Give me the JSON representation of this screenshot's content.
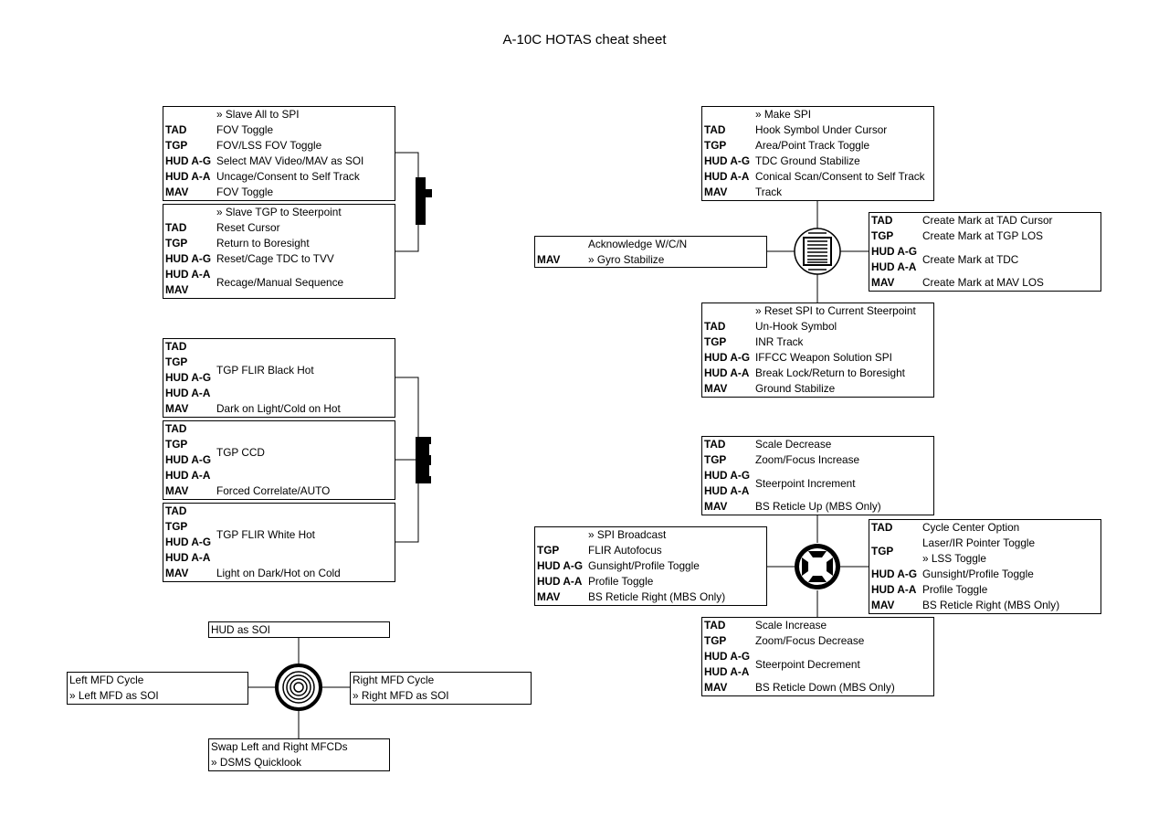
{
  "title": "A-10C HOTAS cheat sheet",
  "tms": {
    "up": {
      "head": "» Slave All to SPI",
      "rows": [
        [
          "TAD",
          "FOV Toggle"
        ],
        [
          "TGP",
          "FOV/LSS FOV Toggle"
        ],
        [
          "HUD A-G",
          "Select MAV Video/MAV as SOI"
        ],
        [
          "HUD A-A",
          "Uncage/Consent to Self Track"
        ],
        [
          "MAV",
          "FOV Toggle"
        ]
      ]
    },
    "down": {
      "head": "» Slave TGP to Steerpoint",
      "rows": [
        [
          "TAD",
          "Reset Cursor"
        ],
        [
          "TGP",
          "Return to Boresight"
        ],
        [
          "HUD A-G",
          "Reset/Cage TDC to TVV"
        ]
      ],
      "tail_keys": [
        "HUD A-A",
        "MAV"
      ],
      "tail_value": "Recage/Manual Sequence"
    }
  },
  "trim": {
    "up": {
      "keys": [
        "TAD",
        "TGP",
        "HUD A-G",
        "HUD A-A"
      ],
      "value": "TGP FLIR Black Hot",
      "last_key": "MAV",
      "last_value": "Dark on Light/Cold on Hot"
    },
    "mid": {
      "keys": [
        "TAD",
        "TGP",
        "HUD A-G",
        "HUD A-A"
      ],
      "value": "TGP CCD",
      "last_key": "MAV",
      "last_value": "Forced Correlate/AUTO"
    },
    "down": {
      "keys": [
        "TAD",
        "TGP",
        "HUD A-G",
        "HUD A-A"
      ],
      "value": "TGP FLIR White Hot",
      "last_key": "MAV",
      "last_value": "Light on Dark/Hot on Cold"
    }
  },
  "coolie": {
    "up": "HUD as SOI",
    "left": [
      "Left MFD Cycle",
      "» Left MFD as SOI"
    ],
    "right": [
      "Right MFD Cycle",
      "» Right MFD as SOI"
    ],
    "down": [
      "Swap Left and Right MFCDs",
      "» DSMS Quicklook"
    ]
  },
  "dms": {
    "up": {
      "head": "» Make SPI",
      "rows": [
        [
          "TAD",
          "Hook Symbol Under Cursor"
        ],
        [
          "TGP",
          "Area/Point Track Toggle"
        ],
        [
          "HUD A-G",
          "TDC Ground Stabilize"
        ],
        [
          "HUD A-A",
          "Conical Scan/Consent to Self Track"
        ],
        [
          "MAV",
          "Track"
        ]
      ]
    },
    "left": {
      "line1": "Acknowledge W/C/N",
      "key": "MAV",
      "line2": "» Gyro Stabilize"
    },
    "right": {
      "rows": [
        [
          "TAD",
          "Create Mark at TAD Cursor"
        ],
        [
          "TGP",
          "Create Mark at TGP LOS"
        ]
      ],
      "mid_keys": [
        "HUD A-G",
        "HUD A-A"
      ],
      "mid_value": "Create Mark at TDC",
      "last": [
        "MAV",
        "Create Mark at MAV LOS"
      ]
    },
    "down": {
      "head": "» Reset SPI to Current Steerpoint",
      "rows": [
        [
          "TAD",
          "Un-Hook Symbol"
        ],
        [
          "TGP",
          "INR Track"
        ],
        [
          "HUD A-G",
          "IFFCC Weapon Solution SPI"
        ],
        [
          "HUD A-A",
          "Break Lock/Return to Boresight"
        ],
        [
          "MAV",
          "Ground Stabilize"
        ]
      ]
    }
  },
  "china": {
    "up": {
      "rows": [
        [
          "TAD",
          "Scale Decrease"
        ],
        [
          "TGP",
          "Zoom/Focus Increase"
        ]
      ],
      "mid_keys": [
        "HUD A-G",
        "HUD A-A"
      ],
      "mid_value": "Steerpoint Increment",
      "last": [
        "MAV",
        "BS Reticle Up (MBS Only)"
      ]
    },
    "left": {
      "head": "» SPI Broadcast",
      "rows": [
        [
          "TGP",
          "FLIR Autofocus"
        ],
        [
          "HUD A-G",
          "Gunsight/Profile Toggle"
        ],
        [
          "HUD A-A",
          "Profile Toggle"
        ],
        [
          "MAV",
          "BS Reticle Right (MBS Only)"
        ]
      ]
    },
    "right": {
      "row1": [
        "TAD",
        "Cycle Center Option"
      ],
      "tgp_key": "TGP",
      "tgp_lines": [
        "Laser/IR Pointer Toggle",
        "» LSS Toggle"
      ],
      "rows": [
        [
          "HUD A-G",
          "Gunsight/Profile Toggle"
        ],
        [
          "HUD A-A",
          "Profile Toggle"
        ],
        [
          "MAV",
          "BS Reticle Right (MBS Only)"
        ]
      ]
    },
    "down": {
      "rows": [
        [
          "TAD",
          "Scale Increase"
        ],
        [
          "TGP",
          "Zoom/Focus Decrease"
        ]
      ],
      "mid_keys": [
        "HUD A-G",
        "HUD A-A"
      ],
      "mid_value": "Steerpoint Decrement",
      "last": [
        "MAV",
        "BS Reticle Down (MBS Only)"
      ]
    }
  }
}
